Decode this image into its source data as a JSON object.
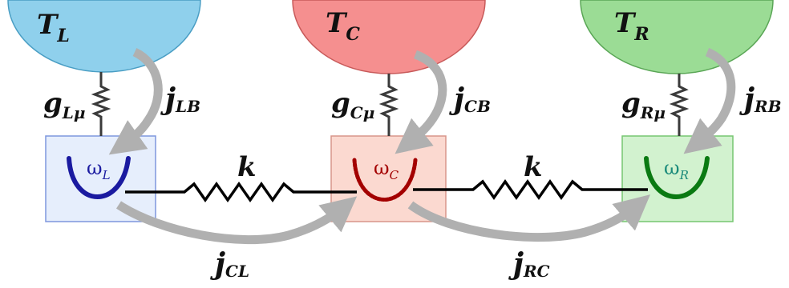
{
  "colors": {
    "left_bath": "#8fd0ec",
    "left_bath_edge": "#4a9ec4",
    "center_bath": "#f58f8f",
    "center_bath_edge": "#c85a5a",
    "right_bath": "#9bdc95",
    "right_bath_edge": "#5aa656",
    "left_mode": "#1a1aa0",
    "center_mode": "#a30000",
    "right_mode": "#0a7a12",
    "arrow": "#b0b0b0"
  },
  "baths": {
    "left": {
      "symbol": "T",
      "sub": "L"
    },
    "center": {
      "symbol": "T",
      "sub": "C"
    },
    "right": {
      "symbol": "T",
      "sub": "R"
    }
  },
  "modes": {
    "left": {
      "symbol": "ω",
      "sub": "L"
    },
    "center": {
      "symbol": "ω",
      "sub": "C"
    },
    "right": {
      "symbol": "ω",
      "sub": "R"
    }
  },
  "couplings": {
    "g_left": {
      "symbol": "g",
      "sub": "Lμ"
    },
    "g_center": {
      "symbol": "g",
      "sub": "Cμ"
    },
    "g_right": {
      "symbol": "g",
      "sub": "Rμ"
    },
    "k_left": "k",
    "k_right": "k"
  },
  "currents": {
    "j_LB": {
      "symbol": "j",
      "sub": "LB"
    },
    "j_CB": {
      "symbol": "j",
      "sub": "CB"
    },
    "j_RB": {
      "symbol": "j",
      "sub": "RB"
    },
    "j_CL": {
      "symbol": "j",
      "sub": "CL"
    },
    "j_RC": {
      "symbol": "j",
      "sub": "RC"
    }
  }
}
